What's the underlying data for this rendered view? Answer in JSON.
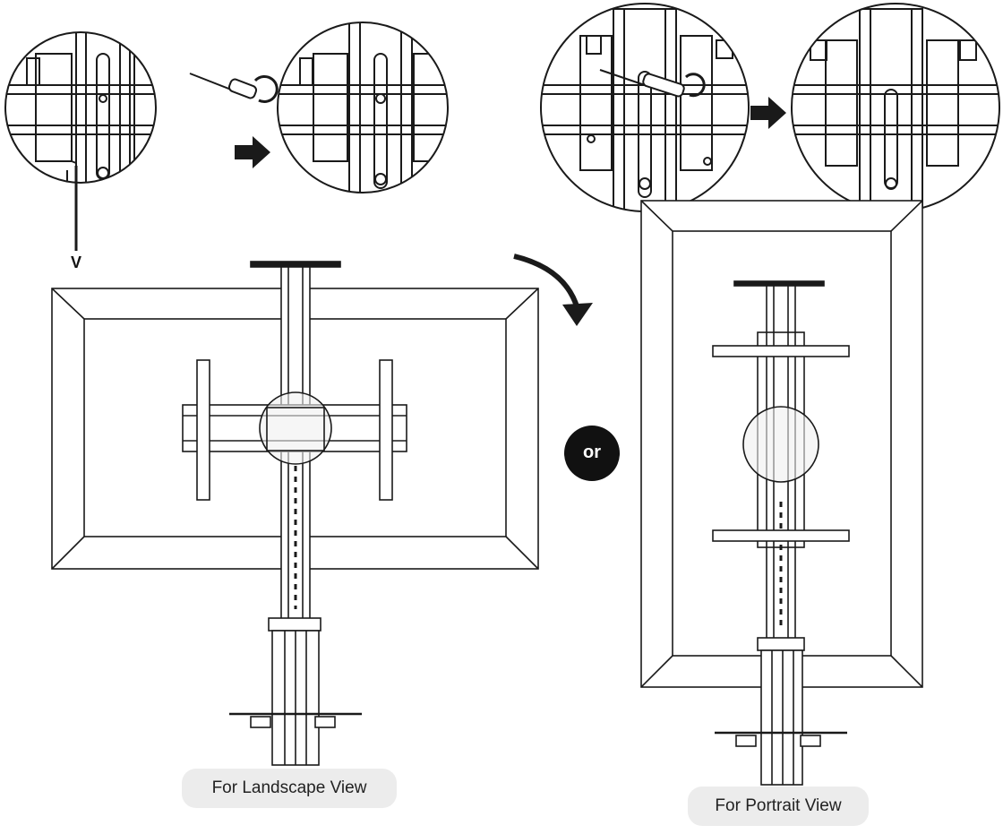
{
  "labels": {
    "screw_marker": "V",
    "or_text": "or",
    "landscape_caption": "For Landscape View",
    "portrait_caption": "For Portrait View"
  },
  "colors": {
    "line": "#1a1a1a",
    "badge": "#111111",
    "caption_bg": "#ececec"
  }
}
